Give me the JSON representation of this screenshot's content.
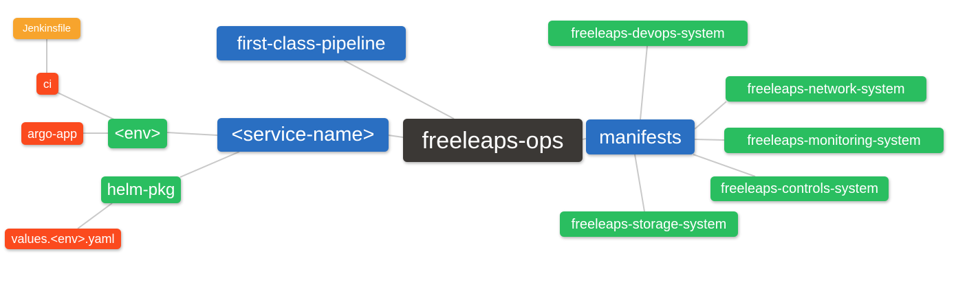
{
  "diagram": {
    "type": "mindmap",
    "background": "#ffffff",
    "line_color": "#c9c9c9",
    "text_color": "#ffffff",
    "palette": {
      "root_dark": "#3b3835",
      "branch_blue": "#2a6fc2",
      "leaf_green": "#2abe60",
      "leaf_red": "#fb4a1e",
      "leaf_orange": "#f7a42d"
    },
    "nodes": [
      {
        "id": "jenkinsfile",
        "label": "Jenkinsfile",
        "color": "#f7a42d"
      },
      {
        "id": "ci",
        "label": "ci",
        "color": "#fb4a1e"
      },
      {
        "id": "argo-app",
        "label": "argo-app",
        "color": "#fb4a1e"
      },
      {
        "id": "env",
        "label": "<env>",
        "color": "#2abe60"
      },
      {
        "id": "helm-pkg",
        "label": "helm-pkg",
        "color": "#2abe60"
      },
      {
        "id": "values-env-yaml",
        "label": "values.<env>.yaml",
        "color": "#fb4a1e"
      },
      {
        "id": "first-class-pipeline",
        "label": "first-class-pipeline",
        "color": "#2a6fc2"
      },
      {
        "id": "service-name",
        "label": "<service-name>",
        "color": "#2a6fc2"
      },
      {
        "id": "freeleaps-ops",
        "label": "freeleaps-ops",
        "color": "#3b3835"
      },
      {
        "id": "manifests",
        "label": "manifests",
        "color": "#2a6fc2"
      },
      {
        "id": "freeleaps-devops-system",
        "label": "freeleaps-devops-system",
        "color": "#2abe60"
      },
      {
        "id": "freeleaps-network-system",
        "label": "freeleaps-network-system",
        "color": "#2abe60"
      },
      {
        "id": "freeleaps-monitoring-system",
        "label": "freeleaps-monitoring-system",
        "color": "#2abe60"
      },
      {
        "id": "freeleaps-controls-system",
        "label": "freeleaps-controls-system",
        "color": "#2abe60"
      },
      {
        "id": "freeleaps-storage-system",
        "label": "freeleaps-storage-system",
        "color": "#2abe60"
      }
    ],
    "edges": [
      {
        "from": "jenkinsfile",
        "to": "ci"
      },
      {
        "from": "ci",
        "to": "env"
      },
      {
        "from": "argo-app",
        "to": "env"
      },
      {
        "from": "env",
        "to": "service-name"
      },
      {
        "from": "helm-pkg",
        "to": "service-name"
      },
      {
        "from": "values-env-yaml",
        "to": "helm-pkg"
      },
      {
        "from": "first-class-pipeline",
        "to": "freeleaps-ops"
      },
      {
        "from": "service-name",
        "to": "freeleaps-ops"
      },
      {
        "from": "freeleaps-ops",
        "to": "manifests"
      },
      {
        "from": "manifests",
        "to": "freeleaps-devops-system"
      },
      {
        "from": "manifests",
        "to": "freeleaps-network-system"
      },
      {
        "from": "manifests",
        "to": "freeleaps-monitoring-system"
      },
      {
        "from": "manifests",
        "to": "freeleaps-controls-system"
      },
      {
        "from": "manifests",
        "to": "freeleaps-storage-system"
      }
    ]
  }
}
